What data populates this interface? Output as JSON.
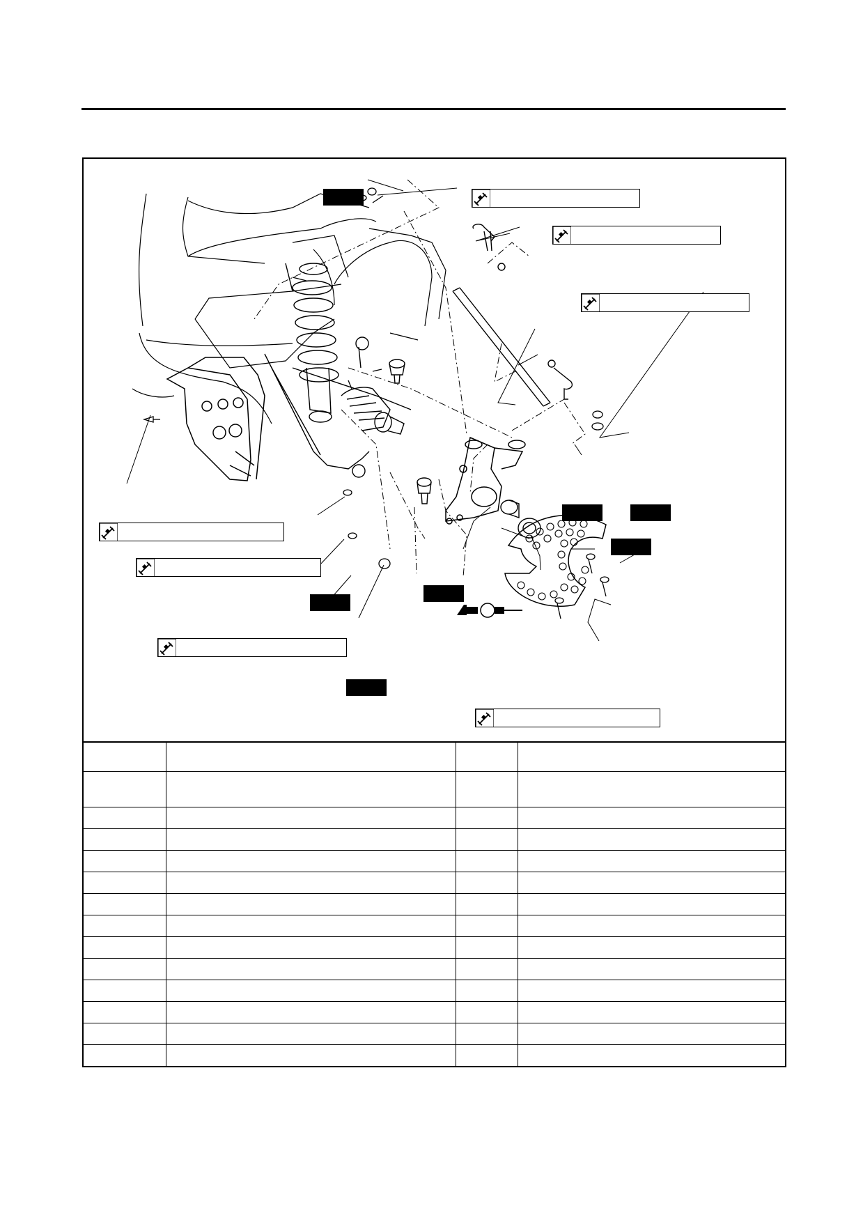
{
  "page": {
    "header_rule": true
  },
  "diagram": {
    "callout_boxes": [
      {
        "id": "torque-1",
        "text": ""
      },
      {
        "id": "torque-2",
        "text": ""
      },
      {
        "id": "torque-3",
        "text": ""
      },
      {
        "id": "torque-4",
        "text": ""
      },
      {
        "id": "torque-5",
        "text": ""
      },
      {
        "id": "torque-6",
        "text": ""
      },
      {
        "id": "torque-7",
        "text": ""
      }
    ],
    "new_part_tags": [
      {
        "id": "new-1",
        "text": ""
      },
      {
        "id": "new-2",
        "text": ""
      },
      {
        "id": "new-3",
        "text": ""
      },
      {
        "id": "new-4",
        "text": ""
      },
      {
        "id": "new-5",
        "text": ""
      },
      {
        "id": "new-6",
        "text": ""
      },
      {
        "id": "new-7",
        "text": ""
      }
    ],
    "icons": {
      "torque_wrench": "torque-wrench-icon",
      "grease": "grease-icon"
    },
    "colors": {
      "line": "#000000",
      "tag_fill": "#000000",
      "background": "#ffffff"
    }
  },
  "parts_table": {
    "header": [
      "",
      "",
      "",
      ""
    ],
    "rows": [
      [
        "",
        "",
        "",
        ""
      ],
      [
        "",
        "",
        "",
        ""
      ],
      [
        "",
        "",
        "",
        ""
      ],
      [
        "",
        "",
        "",
        ""
      ],
      [
        "",
        "",
        "",
        ""
      ],
      [
        "",
        "",
        "",
        ""
      ],
      [
        "",
        "",
        "",
        ""
      ],
      [
        "",
        "",
        "",
        ""
      ],
      [
        "",
        "",
        "",
        ""
      ],
      [
        "",
        "",
        "",
        ""
      ],
      [
        "",
        "",
        "",
        ""
      ],
      [
        "",
        "",
        "",
        ""
      ],
      [
        "",
        "",
        "",
        ""
      ]
    ]
  }
}
